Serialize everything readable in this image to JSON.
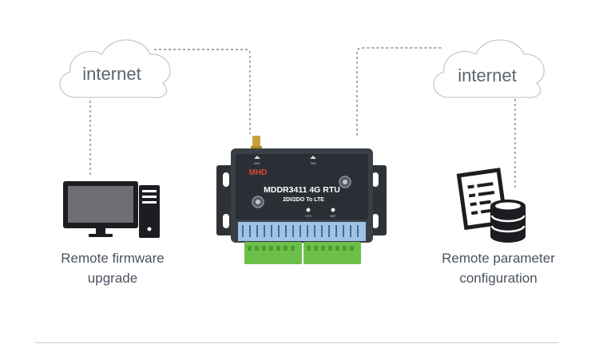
{
  "clouds": {
    "left_label": "internet",
    "right_label": "internet"
  },
  "device": {
    "brand": "MHD",
    "model": "MDDR3411 4G RTU",
    "subtitle": "2DI/2DO To LTE",
    "ant_label": "ANT",
    "sim_label": "SIM",
    "sys_label": "SYS",
    "net_label": "NET",
    "colors": {
      "body": "#3a3f45",
      "panel": "#2b2f35",
      "terminal": "#6cc04a",
      "strip": "#9ec3e6"
    }
  },
  "left_node": {
    "icon": "desktop-computer-icon",
    "caption_line1": "Remote firmware",
    "caption_line2": "upgrade"
  },
  "right_node": {
    "icon": "document-database-icon",
    "caption_line1": "Remote parameter",
    "caption_line2": "configuration"
  }
}
